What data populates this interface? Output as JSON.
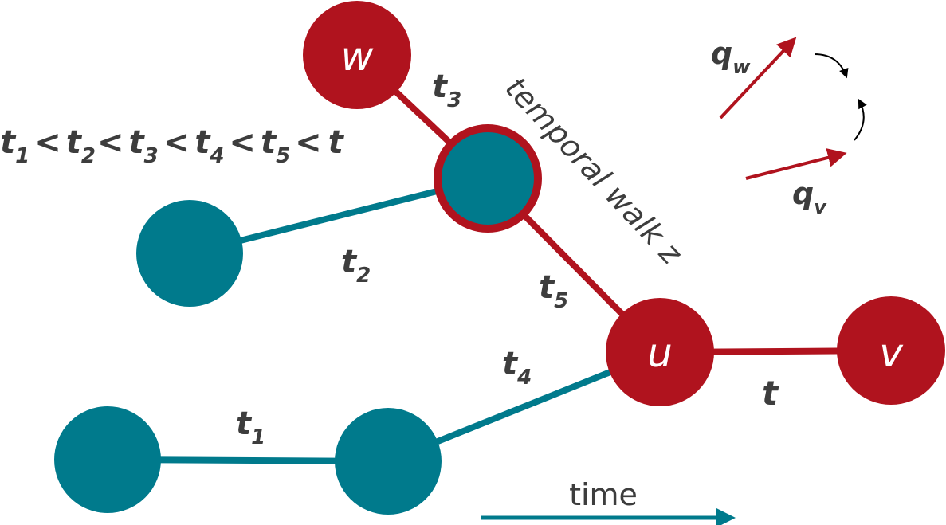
{
  "colors": {
    "red": "#b0131e",
    "teal": "#007a8c",
    "text": "#3d3d3d",
    "black": "#000000"
  },
  "nodes": {
    "w": "w",
    "u": "u",
    "v": "v"
  },
  "edges": {
    "t1_base": "t",
    "t1_sub": "1",
    "t2_base": "t",
    "t2_sub": "2",
    "t3_base": "t",
    "t3_sub": "3",
    "t4_base": "t",
    "t4_sub": "4",
    "t5_base": "t",
    "t5_sub": "5",
    "t_base": "t"
  },
  "ordering": {
    "t1": "t",
    "s1": "1",
    "lt1": "<",
    "t2": "t",
    "s2": "2",
    "lt2": "<",
    "t3": "t",
    "s3": "3",
    "lt3": "<",
    "t4": "t",
    "s4": "4",
    "lt4": "<",
    "t5": "t",
    "s5": "5",
    "lt5": "<",
    "t6": "t"
  },
  "walk_label": "temporal walk z",
  "time_label": "time",
  "vectors": {
    "qw_base": "q",
    "qw_sub": "w",
    "qv_base": "q",
    "qv_sub": "v"
  }
}
